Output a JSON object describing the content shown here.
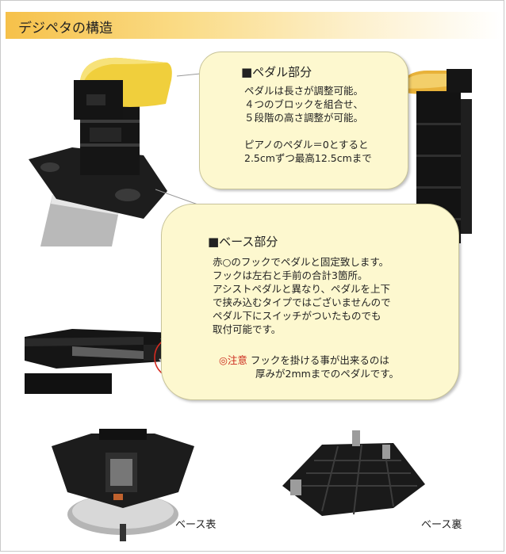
{
  "header": {
    "title": "デジペタの構造"
  },
  "pedal_callout": {
    "heading": "■ペダル部分",
    "lines": [
      "ペダルは長さが調整可能。",
      "４つのブロックを組合せ、",
      "５段階の高さ調整が可能。",
      "",
      "ピアノのペダル＝0とすると",
      "2.5cmずつ最高12.5cmまで"
    ]
  },
  "base_callout": {
    "heading": "■ベース部分",
    "lines": [
      "赤○のフックでペダルと固定致します。",
      "フックは左右と手前の合計3箇所。",
      "アシストペダルと異なり、ペダルを上下",
      "で挟み込むタイプではございませんので",
      "ペダル下にスイッチがついたものでも",
      "取付可能です。"
    ],
    "note_label": "◎注意",
    "note_line1": "フックを掛ける事が出来るのは",
    "note_line2": "厚みが2mmまでのペダルです。"
  },
  "captions": {
    "base_front": "ベース表",
    "base_back": "ベース裏"
  },
  "colors": {
    "accent_yellow": "#f6c14a",
    "callout_bg": "#fdf8cf",
    "note_red": "#cc2a1c"
  }
}
